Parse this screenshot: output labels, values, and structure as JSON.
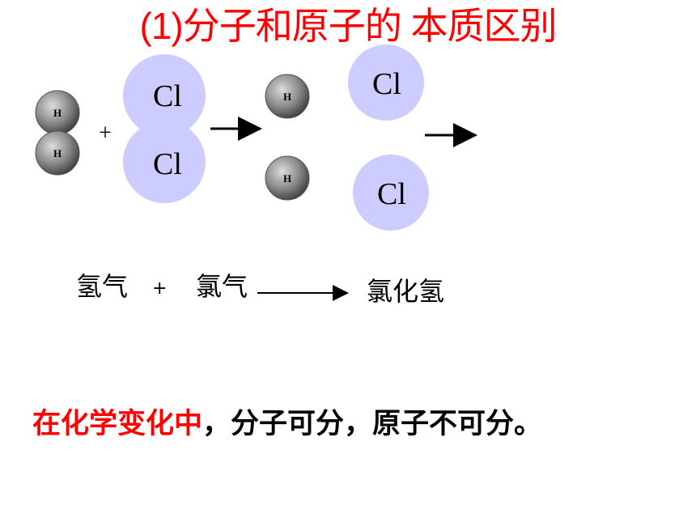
{
  "title": "(1)分子和原子的 本质区别",
  "atoms": {
    "hydrogen_label": "H",
    "chlorine_label": "Cl"
  },
  "reaction": {
    "plus": "+"
  },
  "word_equation": {
    "reactant_1": "氢气",
    "plus": "+",
    "reactant_2": "氯气",
    "product": "氯化氢"
  },
  "conclusion": {
    "highlight": "在化学变化中",
    "rest": "，分子可分，原子不可分。"
  },
  "colors": {
    "title": "#ff0000",
    "highlight": "#ff0000",
    "chlorine_fill": "#ccccff",
    "hydrogen_fill": "#808080",
    "text": "#000000"
  }
}
